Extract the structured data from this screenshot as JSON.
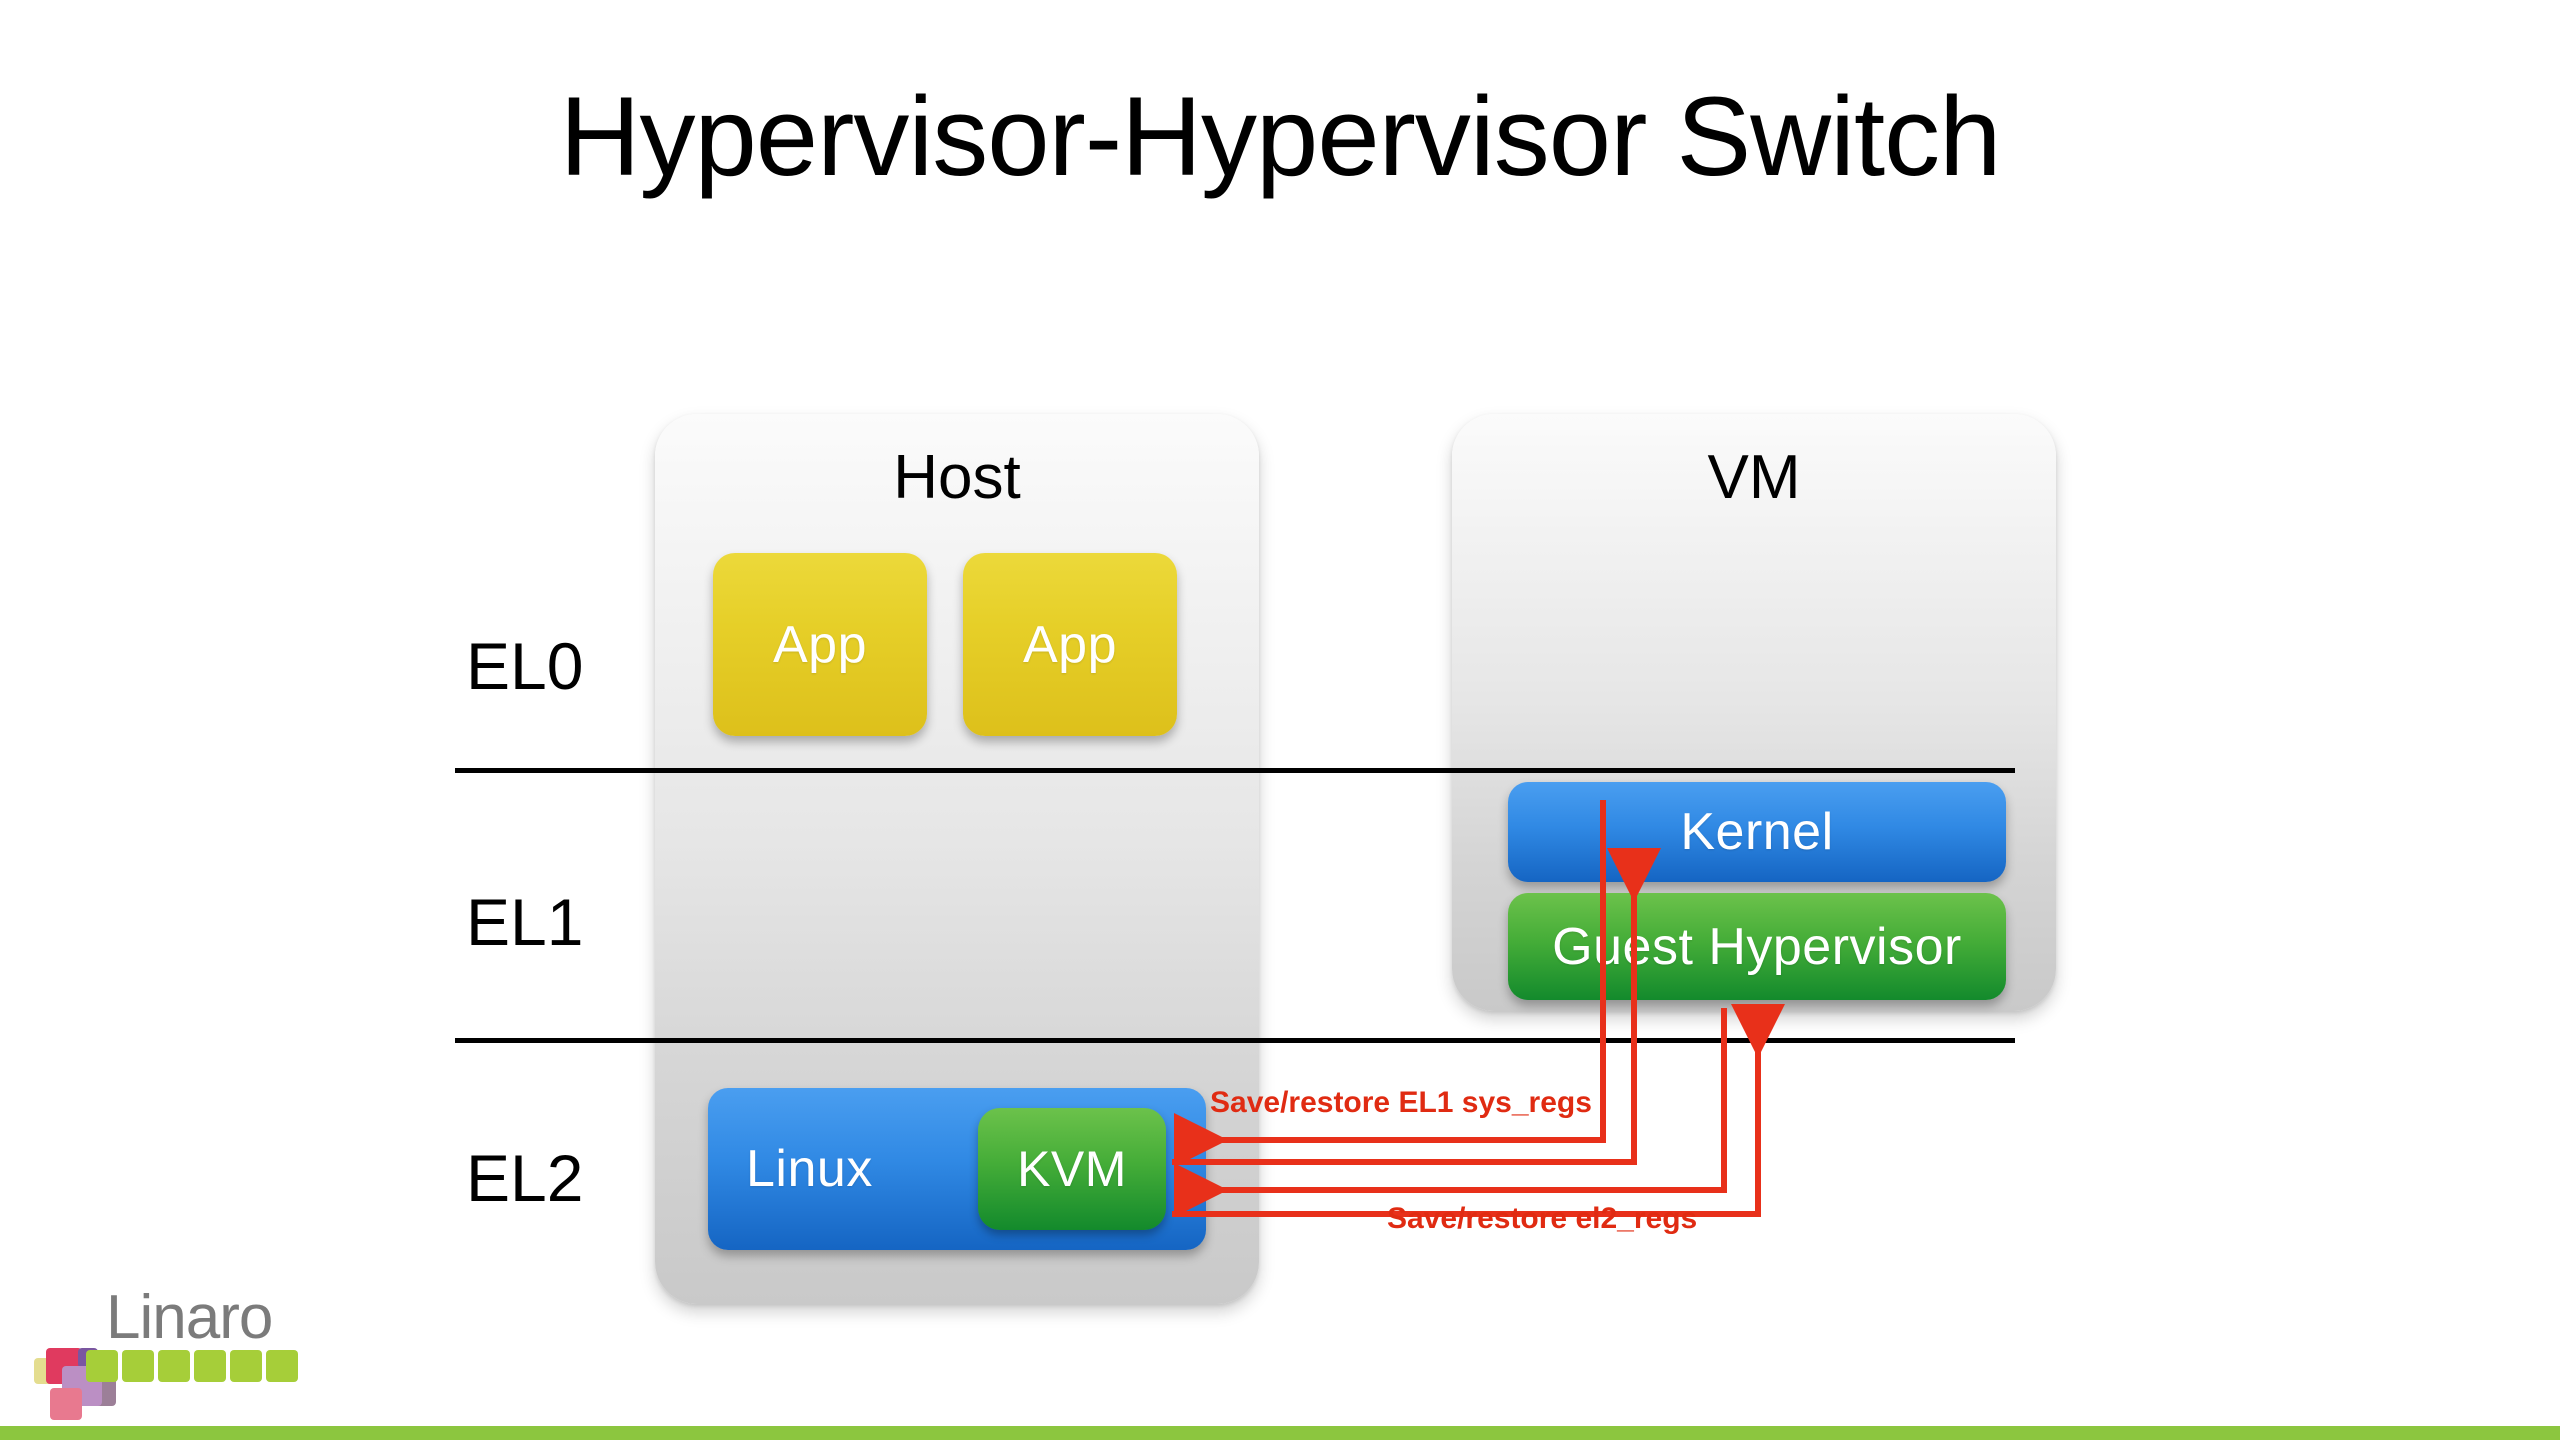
{
  "slide": {
    "title": "Hypervisor-Hypervisor Switch",
    "background_color": "#ffffff",
    "bottom_bar_color": "#8cc63f"
  },
  "exception_levels": [
    {
      "id": "el0",
      "label": "EL0"
    },
    {
      "id": "el1",
      "label": "EL1"
    },
    {
      "id": "el2",
      "label": "EL2"
    }
  ],
  "panels": {
    "host": {
      "title": "Host",
      "boxes": [
        {
          "label": "App",
          "color": "#e6cf28",
          "level": "EL0"
        },
        {
          "label": "App",
          "color": "#e6cf28",
          "level": "EL0"
        },
        {
          "label": "Linux",
          "color": "#3089e4",
          "level": "EL2"
        },
        {
          "label": "KVM",
          "color": "#45ad38",
          "level": "EL2"
        }
      ]
    },
    "vm": {
      "title": "VM",
      "boxes": [
        {
          "label": "Kernel",
          "color": "#3089e4",
          "level": "EL1"
        },
        {
          "label": "Guest Hypervisor",
          "color": "#45ad38",
          "level": "EL1"
        }
      ]
    }
  },
  "annotations": [
    {
      "id": "note-el1",
      "text": "Save/restore EL1 sys_regs",
      "color": "#e02b12"
    },
    {
      "id": "note-el2",
      "text": "Save/restore el2_regs",
      "color": "#e02b12"
    }
  ],
  "arrow_color": "#e8301a",
  "logo": {
    "wordmark": "Linaro",
    "wordmark_color": "#7b7b7b",
    "square_colors": {
      "crimson": "#e03a5f",
      "pale_yellow": "#e4dd8f",
      "purple_small": "#7a56a0",
      "violet": "#bb8fc4",
      "mauve": "#9c7f98",
      "pink": "#e8798f",
      "green": "#a6ce39"
    }
  }
}
